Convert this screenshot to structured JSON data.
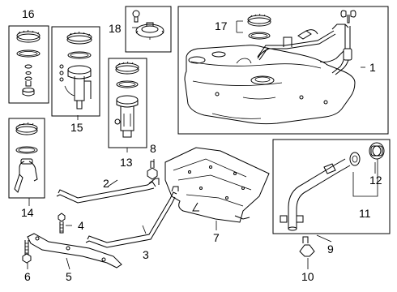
{
  "diagram": {
    "callouts": {
      "n1": "1",
      "n2": "2",
      "n3": "3",
      "n4": "4",
      "n5": "5",
      "n6": "6",
      "n7": "7",
      "n8": "8",
      "n9": "9",
      "n10": "10",
      "n11": "11",
      "n12": "12",
      "n13": "13",
      "n14": "14",
      "n15": "15",
      "n16": "16",
      "n17": "17",
      "n18": "18"
    }
  }
}
